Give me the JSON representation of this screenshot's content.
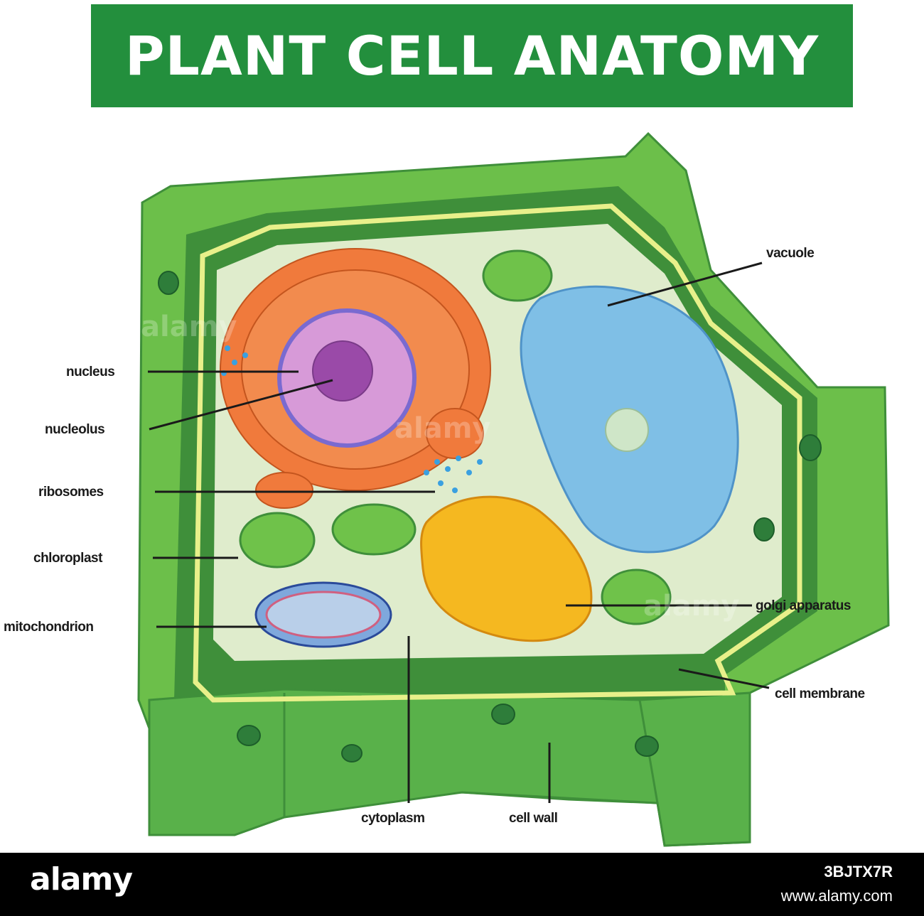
{
  "title": "PLANT CELL ANATOMY",
  "labels": {
    "vacuole": "vacuole",
    "nucleus": "nucleus",
    "nucleolus": "nucleolus",
    "ribosomes": "ribosomes",
    "chloroplast": "chloroplast",
    "mitochondrion": "mitochondrion",
    "golgi": "golgi apparatus",
    "cell_membrane": "cell membrane",
    "cytoplasm": "cytoplasm",
    "cell_wall": "cell wall"
  },
  "footer": {
    "logo": "alamy",
    "image_id": "3BJTX7R",
    "url": "www.alamy.com"
  },
  "watermarks": [
    "alamy",
    "alamy",
    "alamy"
  ],
  "colors": {
    "banner": "#238f3d",
    "wall": "#6cbf4a",
    "wall_dark": "#3f8f3a",
    "membrane": "#e8f08a",
    "cytoplasm": "#dfeccc",
    "er": "#f07a3c",
    "nucleus": "#d79ad8",
    "nucleolus": "#9a4aa8",
    "vacuole": "#7fbfe6",
    "golgi": "#f5b820",
    "chloroplast": "#6fc24a",
    "mitochondrion": "#7fa8dc",
    "ribosome": "#3aa0e0"
  }
}
